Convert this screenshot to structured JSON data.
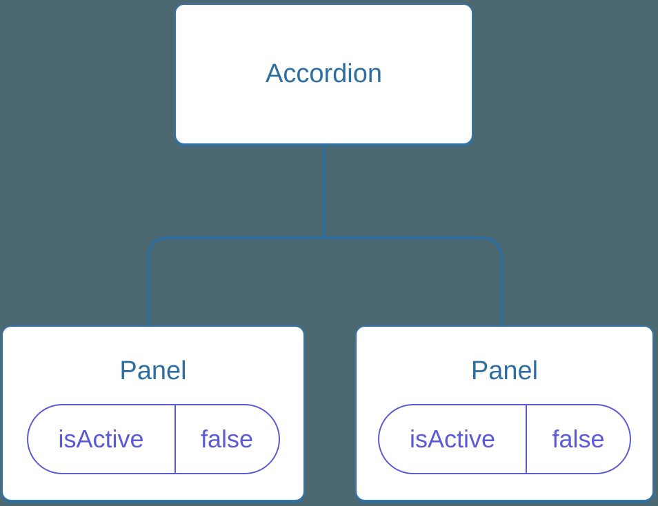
{
  "diagram": {
    "root": {
      "label": "Accordion"
    },
    "children": [
      {
        "label": "Panel",
        "state": {
          "name": "isActive",
          "value": "false"
        }
      },
      {
        "label": "Panel",
        "state": {
          "name": "isActive",
          "value": "false"
        }
      }
    ]
  },
  "colors": {
    "background": "#4c6870",
    "box_background": "#ffffff",
    "box_border": "#3574a6",
    "heading_text": "#2f6f9f",
    "connector": "#2f6f9f",
    "state_accent": "#5b5bd6"
  }
}
